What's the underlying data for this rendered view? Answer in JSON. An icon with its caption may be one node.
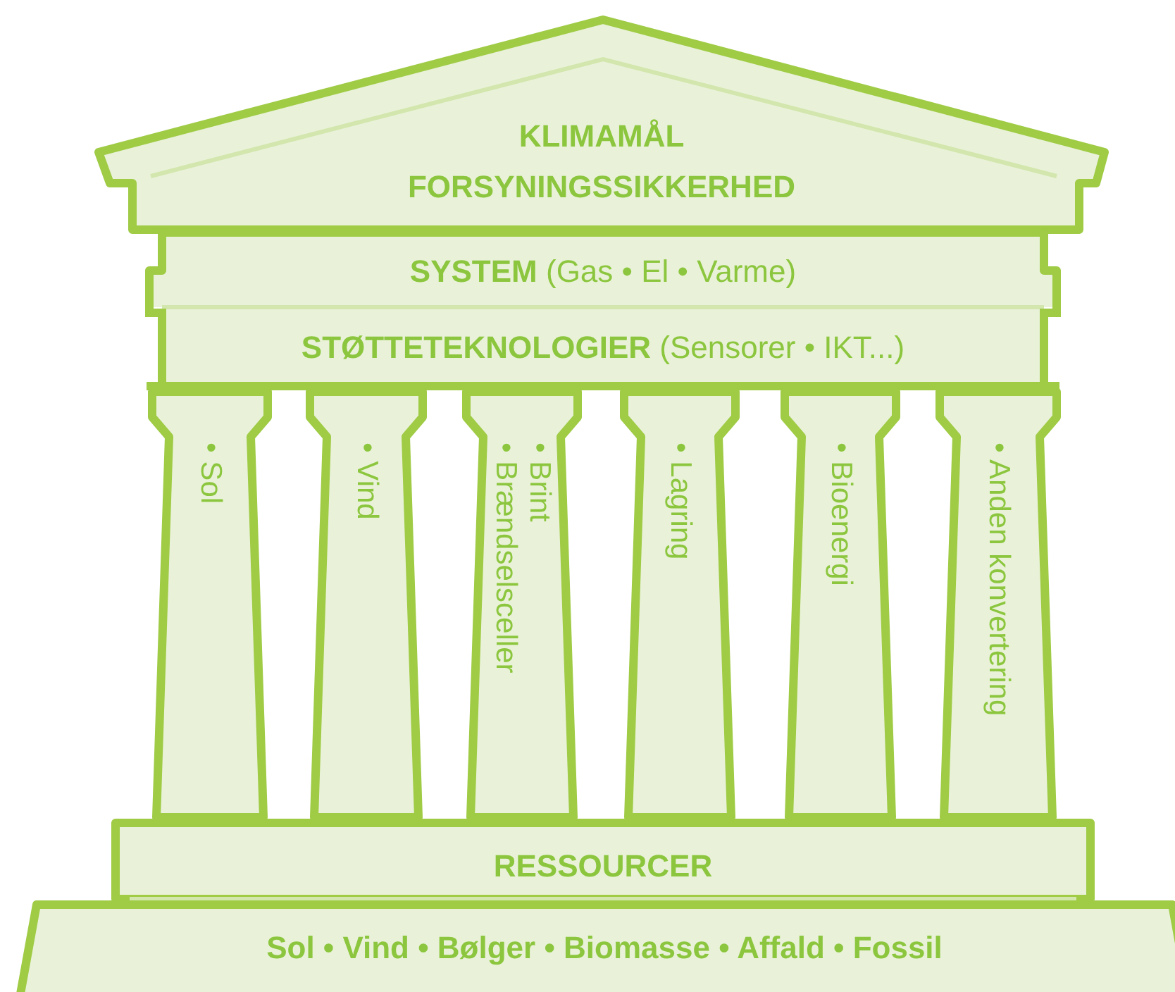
{
  "diagram": {
    "nodes": [
      {
        "text": [
          "KLIMAMÅL",
          "FORSYNINGSSIKKERHED"
        ]
      },
      {
        "text": [
          "**SYSTEM** (Gas • El • Varme)"
        ]
      },
      {
        "text": [
          "**STØTTETEKNOLOGIER** (Sensorer • IKT...)"
        ]
      },
      {
        "text": [
          "• Sol"
        ]
      },
      {
        "text": [
          "• Vind"
        ]
      },
      {
        "text": [
          "• Brint",
          "• Brændselsceller"
        ]
      },
      {
        "text": [
          "• Lagring"
        ]
      },
      {
        "text": [
          "• Bioenergi"
        ]
      },
      {
        "text": [
          "• Anden konvertering"
        ]
      },
      {
        "text": [
          "RESSOURCER"
        ]
      },
      {
        "text": [
          "Sol • Vind • Bølger • Biomasse • Affald • Fossil"
        ]
      }
    ]
  }
}
